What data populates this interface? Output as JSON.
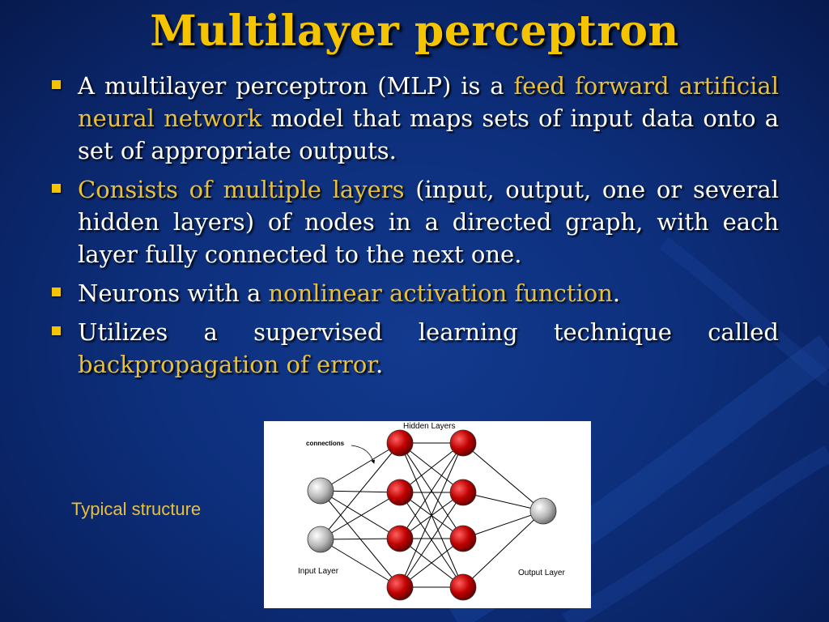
{
  "slide": {
    "title": "Multilayer perceptron"
  },
  "bullets": [
    {
      "segments": [
        {
          "text": "A multilayer perceptron (MLP) is a ",
          "highlight": false
        },
        {
          "text": "feed forward artificial neural network",
          "highlight": true
        },
        {
          "text": " model that maps sets of input data onto a set of appropriate outputs.",
          "highlight": false
        }
      ]
    },
    {
      "segments": [
        {
          "text": "Consists of multiple layers",
          "highlight": true
        },
        {
          "text": " (input, output, one or several hidden layers) of nodes in a directed graph, with each layer fully connected to the next one.",
          "highlight": false
        }
      ]
    },
    {
      "segments": [
        {
          "text": "Neurons with a ",
          "highlight": false
        },
        {
          "text": "nonlinear activation function",
          "highlight": true
        },
        {
          "text": ".",
          "highlight": false
        }
      ]
    },
    {
      "segments": [
        {
          "text": "Utilizes a supervised learning technique called ",
          "highlight": false
        },
        {
          "text": "backpropagation of error",
          "highlight": true
        },
        {
          "text": ".",
          "highlight": false
        }
      ]
    }
  ],
  "figure": {
    "caption": "Typical structure",
    "labels": {
      "hidden": "Hidden Layers",
      "connections": "connections",
      "input": "Input Layer",
      "output": "Output Layer"
    },
    "layers": [
      2,
      4,
      4,
      1
    ],
    "colors": {
      "input_node": "#b5b5b5",
      "hidden_node": "#c00000",
      "output_node": "#b5b5b5",
      "edge": "#000000"
    }
  },
  "theme": {
    "title_color": "#f5c400",
    "highlight_color": "#e9c03a",
    "background": "#0d2f7c"
  }
}
